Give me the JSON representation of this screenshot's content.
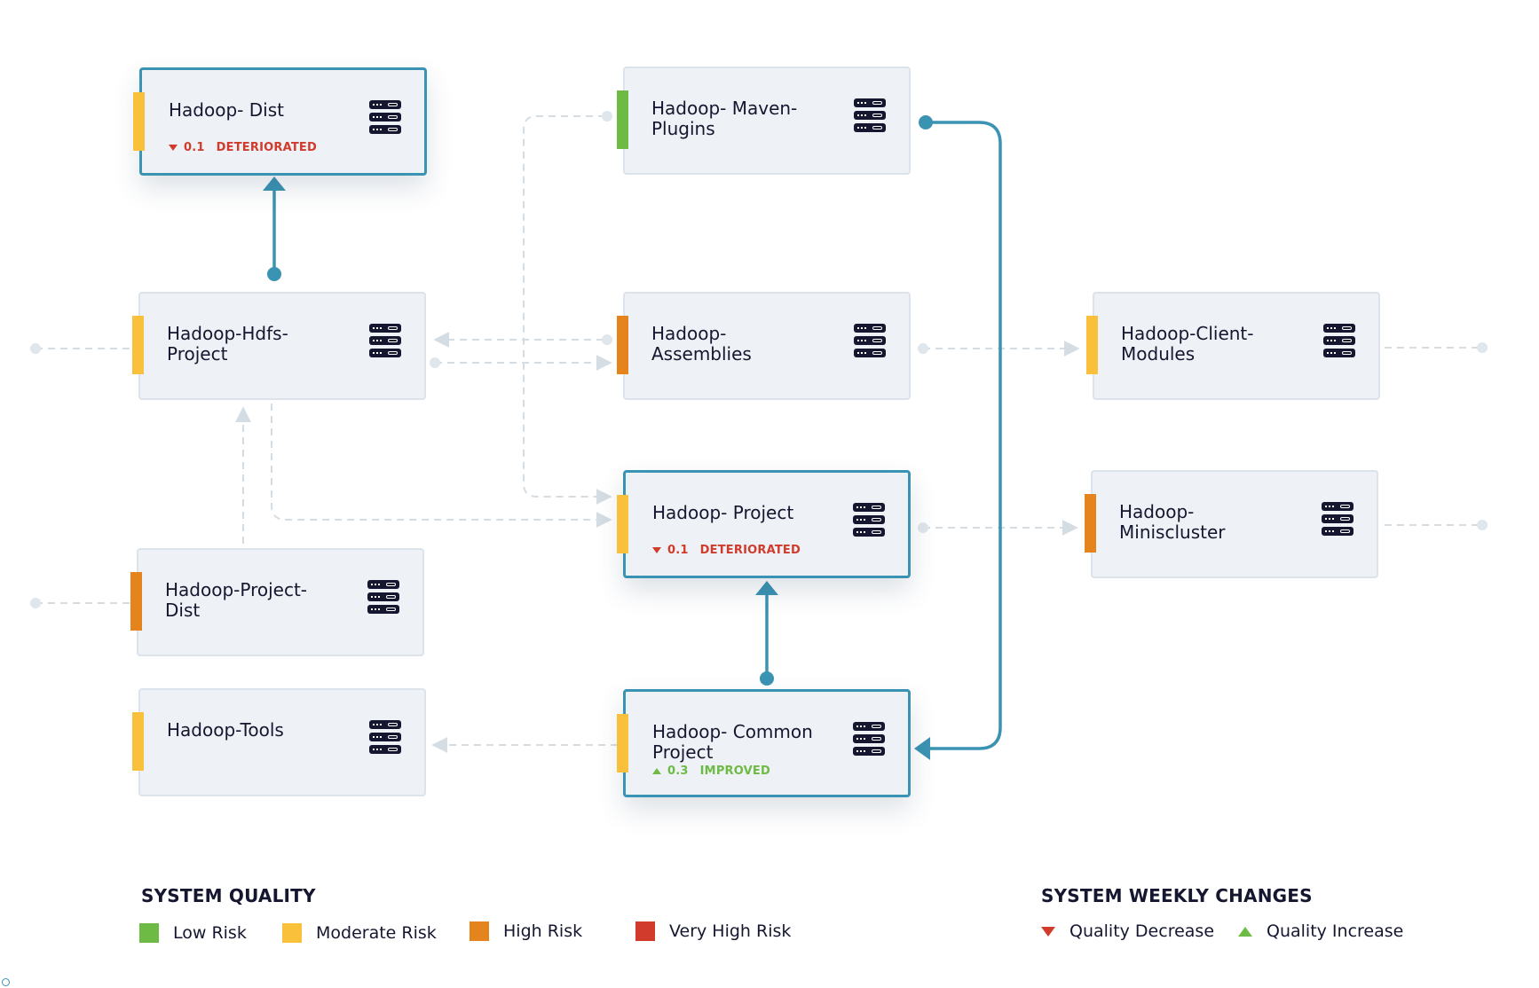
{
  "colors": {
    "low_risk": "#6dbb45",
    "moderate_risk": "#f9c13b",
    "high_risk": "#e5841c",
    "very_high_risk": "#d13b2b",
    "focus_link": "#3b93b3",
    "dim_link": "#d4dde4"
  },
  "nodes": {
    "dist": {
      "name": "Hadoop- Dist",
      "risk": "moderate",
      "change_value": "0.1",
      "change_label": "DETERIORATED",
      "change_direction": "down"
    },
    "maven_plugins": {
      "name": "Hadoop- Maven-\nPlugins",
      "risk": "low"
    },
    "hdfs_project": {
      "name": "Hadoop-Hdfs-\nProject",
      "risk": "moderate"
    },
    "assemblies": {
      "name": "Hadoop-\nAssemblies",
      "risk": "high"
    },
    "client_modules": {
      "name": "Hadoop-Client-\nModules",
      "risk": "moderate"
    },
    "project": {
      "name": "Hadoop- Project",
      "risk": "moderate",
      "change_value": "0.1",
      "change_label": "DETERIORATED",
      "change_direction": "down"
    },
    "minicluster": {
      "name": "Hadoop-\nMiniscluster",
      "risk": "high"
    },
    "project_dist": {
      "name": "Hadoop-Project-\nDist",
      "risk": "high"
    },
    "tools": {
      "name": "Hadoop-Tools",
      "risk": "moderate"
    },
    "common_project": {
      "name": "Hadoop- Common\nProject",
      "risk": "moderate",
      "change_value": "0.3",
      "change_label": "IMPROVED",
      "change_direction": "up"
    }
  },
  "legend": {
    "quality_title": "SYSTEM QUALITY",
    "low": "Low Risk",
    "moderate": "Moderate Risk",
    "high": "High Risk",
    "very_high": "Very High Risk",
    "changes_title": "SYSTEM WEEKLY CHANGES",
    "decrease": "Quality Decrease",
    "increase": "Quality Increase"
  },
  "icons": {
    "node_icon": "server-stack-icon"
  }
}
